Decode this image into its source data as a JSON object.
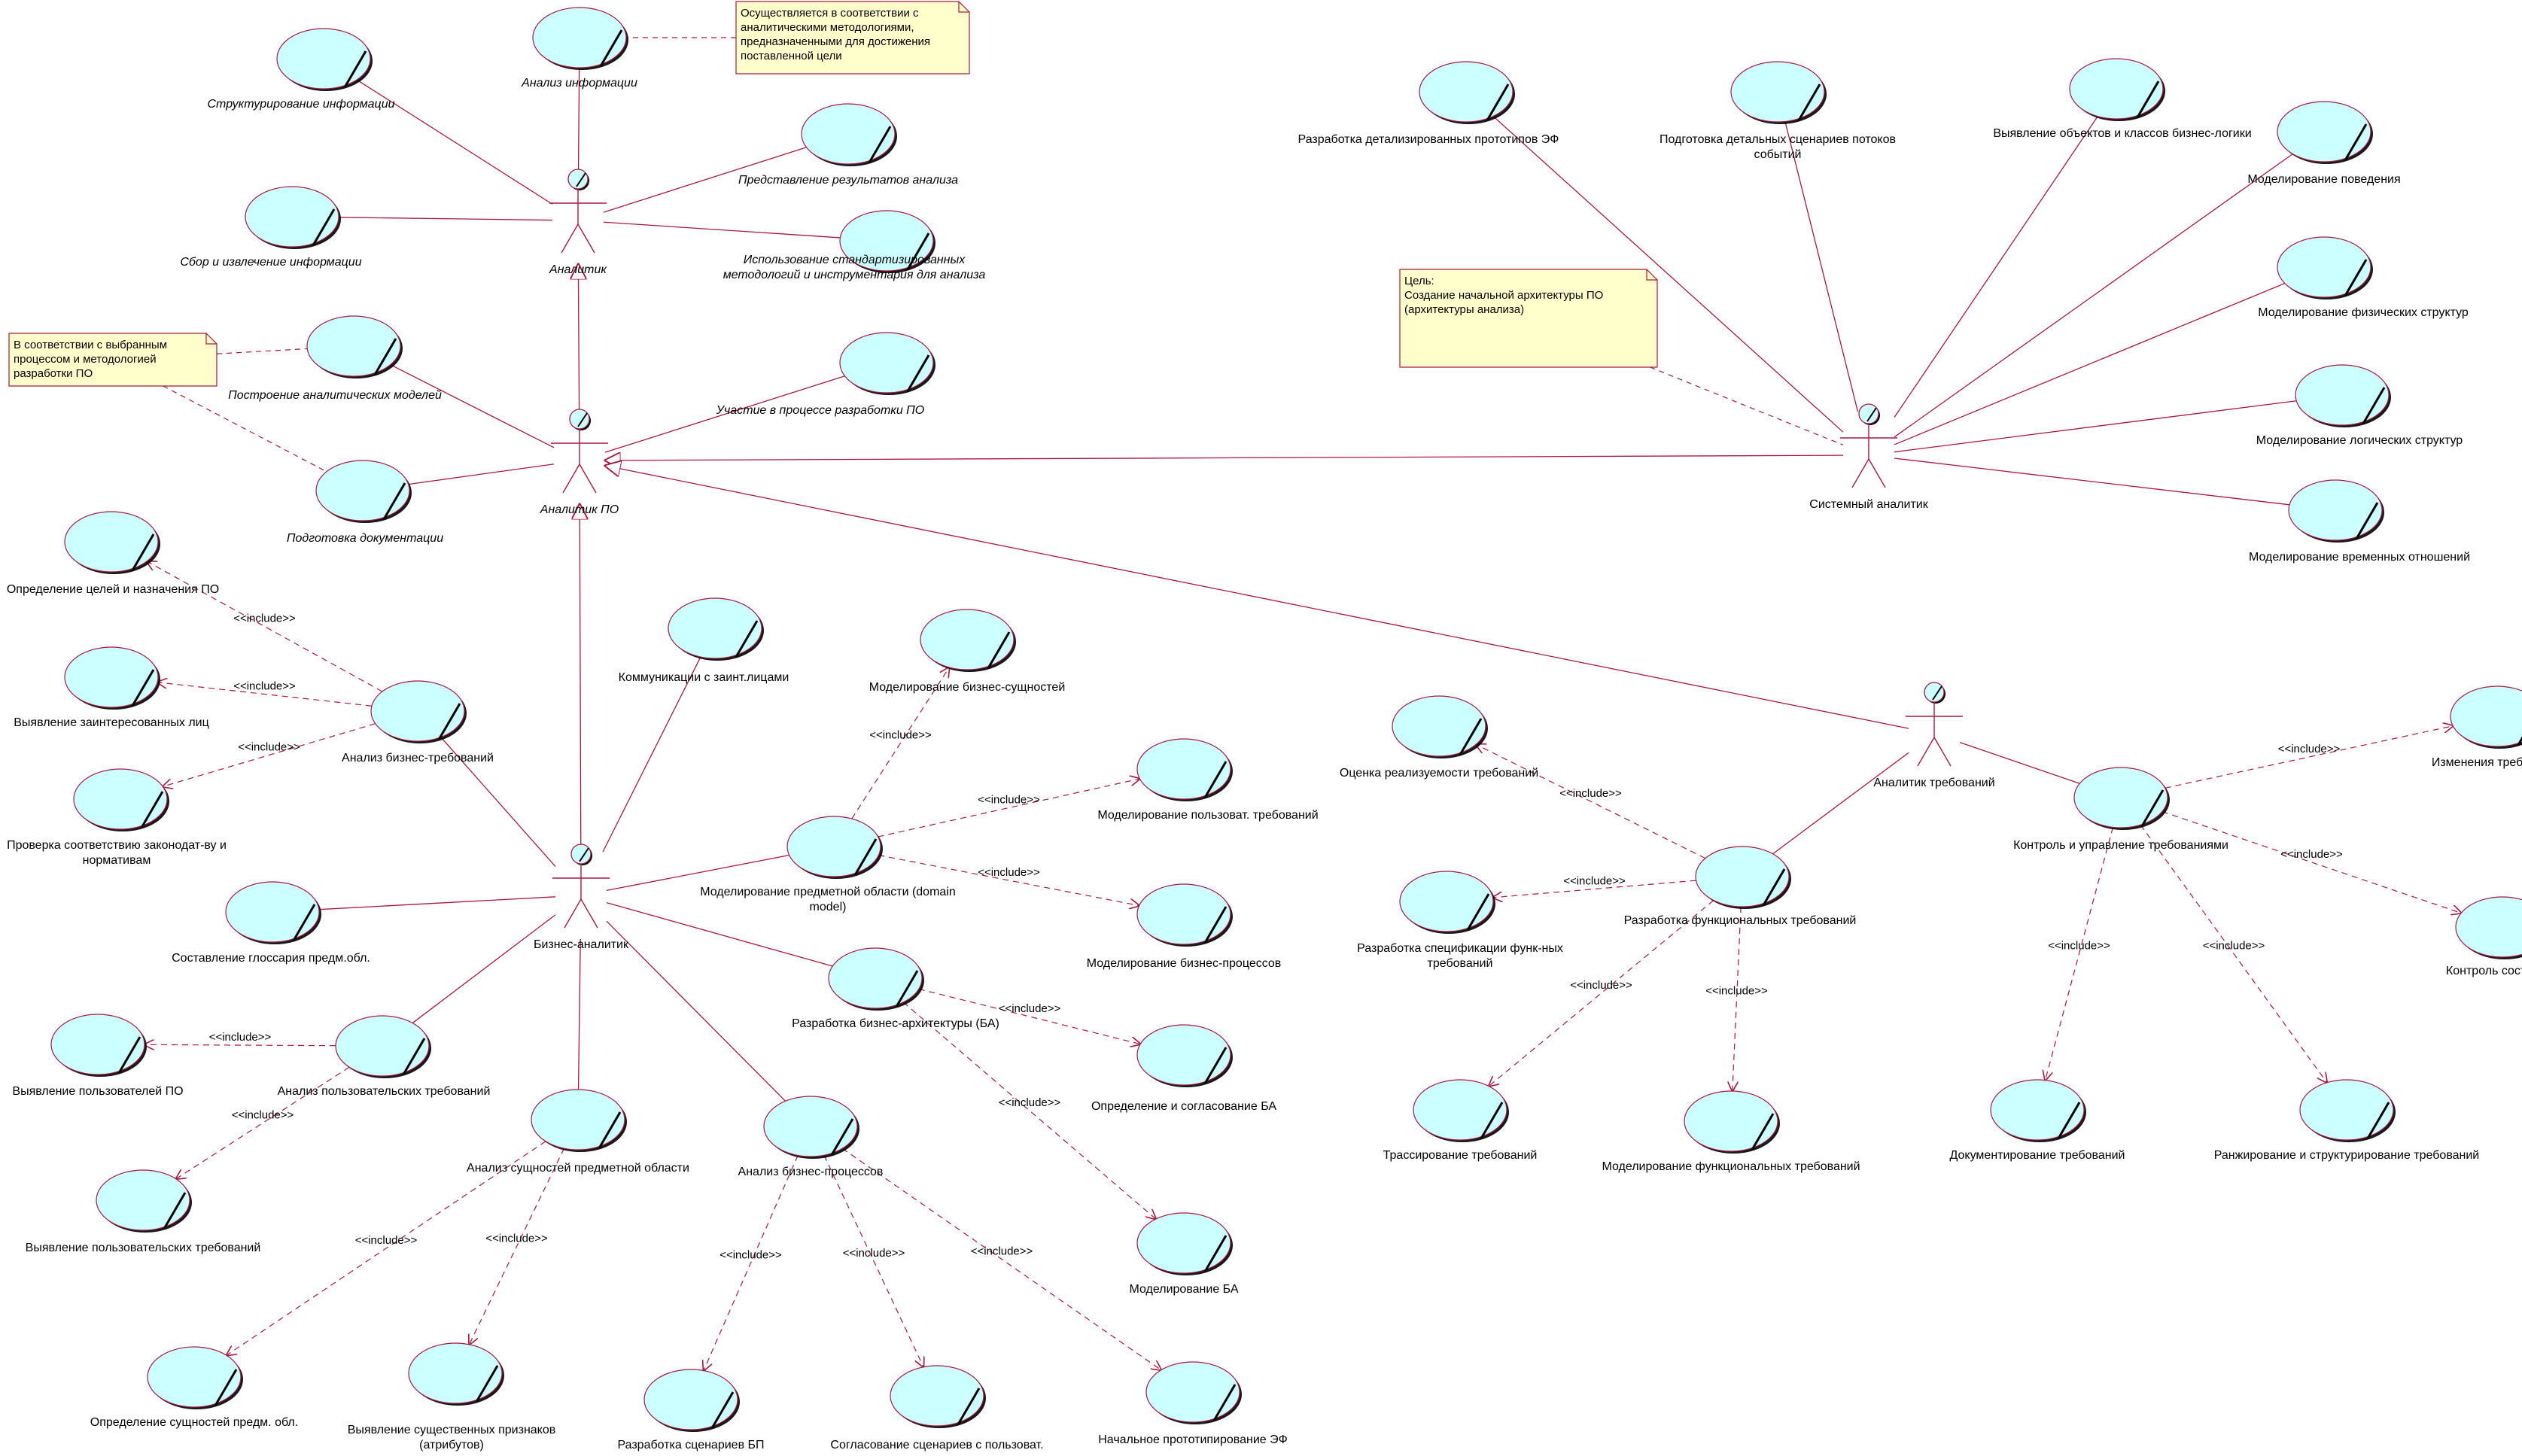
{
  "actors": [
    {
      "id": "analyst",
      "label": "Аналитик",
      "italic": true
    },
    {
      "id": "po",
      "label": "Аналитик ПО",
      "italic": true
    },
    {
      "id": "ba",
      "label": "Бизнес-аналитик",
      "italic": false
    },
    {
      "id": "sys",
      "label": "Системный аналитик",
      "italic": false
    },
    {
      "id": "req",
      "label": "Аналитик требований",
      "italic": false
    }
  ],
  "usecases": [
    {
      "id": "u1",
      "lines": [
        "Структурирование информации"
      ],
      "italic": true
    },
    {
      "id": "u2",
      "lines": [
        "Анализ информации"
      ],
      "italic": true
    },
    {
      "id": "u3",
      "lines": [
        "Представление результатов анализа"
      ],
      "italic": true
    },
    {
      "id": "u4",
      "lines": [
        "Сбор и извлечение информации"
      ],
      "italic": true
    },
    {
      "id": "u5",
      "lines": [
        "Использование стандартизированных",
        "методологий и инструментария для анализа"
      ],
      "italic": true
    },
    {
      "id": "u6",
      "lines": [
        "Построение аналитических моделей"
      ],
      "italic": true
    },
    {
      "id": "u7",
      "lines": [
        "Участие в процессе разработки ПО"
      ],
      "italic": true
    },
    {
      "id": "u8",
      "lines": [
        "Подготовка документации"
      ],
      "italic": true
    },
    {
      "id": "u9",
      "lines": [
        "Определение целей и назначения ПО"
      ],
      "italic": false
    },
    {
      "id": "u10",
      "lines": [
        "Выявление заинтересованных лиц"
      ],
      "italic": false
    },
    {
      "id": "u11",
      "lines": [
        "Анализ бизнес-требований"
      ],
      "italic": false
    },
    {
      "id": "u12",
      "lines": [
        "Проверка соответствию законодат-ву и",
        "нормативам"
      ],
      "italic": false
    },
    {
      "id": "u13",
      "lines": [
        "Коммуникации с заинт.лицами"
      ],
      "italic": false
    },
    {
      "id": "u14",
      "lines": [
        "Моделирование бизнес-сущностей"
      ],
      "italic": false
    },
    {
      "id": "u15",
      "lines": [
        "Моделирование пользоват. требований"
      ],
      "italic": false
    },
    {
      "id": "u16",
      "lines": [
        "Моделирование предметной области (domain",
        "model)"
      ],
      "italic": false
    },
    {
      "id": "u17",
      "lines": [
        "Моделирование бизнес-процессов"
      ],
      "italic": false
    },
    {
      "id": "u18",
      "lines": [
        "Составление глоссария предм.обл."
      ],
      "italic": false
    },
    {
      "id": "u19",
      "lines": [
        "Разработка бизнес-архитектуры (БА)"
      ],
      "italic": false
    },
    {
      "id": "u20",
      "lines": [
        "Определение и согласование БА"
      ],
      "italic": false
    },
    {
      "id": "u21",
      "lines": [
        "Выявление пользователей ПО"
      ],
      "italic": false
    },
    {
      "id": "u22",
      "lines": [
        "Анализ пользовательских требований"
      ],
      "italic": false
    },
    {
      "id": "u23",
      "lines": [
        "Анализ сущностей предметной области"
      ],
      "italic": false
    },
    {
      "id": "u24",
      "lines": [
        "Анализ бизнес-процессов"
      ],
      "italic": false
    },
    {
      "id": "u25",
      "lines": [
        "Выявление пользовательских требований"
      ],
      "italic": false
    },
    {
      "id": "u26",
      "lines": [
        "Моделирование БА"
      ],
      "italic": false
    },
    {
      "id": "u27",
      "lines": [
        "Определение сущностей предм. обл."
      ],
      "italic": false
    },
    {
      "id": "u28",
      "lines": [
        "Выявление существенных признаков",
        "(атрибутов)"
      ],
      "italic": false
    },
    {
      "id": "u29",
      "lines": [
        "Разработка сценариев БП"
      ],
      "italic": false
    },
    {
      "id": "u30",
      "lines": [
        "Согласование сценариев с пользоват."
      ],
      "italic": false
    },
    {
      "id": "u31",
      "lines": [
        "Начальное прототипирование ЭФ"
      ],
      "italic": false
    },
    {
      "id": "u32",
      "lines": [
        "Разработка детализированных прототипов ЭФ"
      ],
      "italic": false
    },
    {
      "id": "u33",
      "lines": [
        "Подготовка детальных сценариев потоков",
        "событий"
      ],
      "italic": false
    },
    {
      "id": "u34",
      "lines": [
        "Выявление объектов и классов бизнес-логики"
      ],
      "italic": false
    },
    {
      "id": "u35",
      "lines": [
        "Моделирование поведения"
      ],
      "italic": false
    },
    {
      "id": "u36",
      "lines": [
        "Моделирование физических структур"
      ],
      "italic": false
    },
    {
      "id": "u37",
      "lines": [
        "Моделирование логических структур"
      ],
      "italic": false
    },
    {
      "id": "u38",
      "lines": [
        "Моделирование временных отношений"
      ],
      "italic": false
    },
    {
      "id": "u39",
      "lines": [
        "Оценка реализуемости требований"
      ],
      "italic": false
    },
    {
      "id": "u40",
      "lines": [
        "Изменения требований"
      ],
      "italic": false
    },
    {
      "id": "u41",
      "lines": [
        "Контроль и управление требованиями"
      ],
      "italic": false
    },
    {
      "id": "u42",
      "lines": [
        "Разработка спецификации функ-ных",
        "требований"
      ],
      "italic": false
    },
    {
      "id": "u43",
      "lines": [
        "Разработка функциональных требований"
      ],
      "italic": false
    },
    {
      "id": "u44",
      "lines": [
        "Контроль состояния"
      ],
      "italic": false
    },
    {
      "id": "u45",
      "lines": [
        "Трассирование требований"
      ],
      "italic": false
    },
    {
      "id": "u46",
      "lines": [
        "Моделирование функциональных требований"
      ],
      "italic": false
    },
    {
      "id": "u47",
      "lines": [
        "Документирование требований"
      ],
      "italic": false
    },
    {
      "id": "u48",
      "lines": [
        "Ранжирование и структурирование требований"
      ],
      "italic": false
    }
  ],
  "notes": [
    {
      "id": "n1",
      "lines": [
        "Осуществляется в соответствии  с",
        "аналитическими методологиями,",
        "предназначенными для достижения",
        "поставленной цели"
      ]
    },
    {
      "id": "n2",
      "lines": [
        "В соответствии с выбранным",
        "процессом и методологией",
        "разработки ПО"
      ]
    },
    {
      "id": "n3",
      "lines": [
        "Цель:",
        "Создание начальной архитектуры  ПО",
        "(архитектуры анализа)"
      ]
    }
  ],
  "relations": {
    "include_label": "<<include>>",
    "associations": [
      [
        "analyst",
        "u1"
      ],
      [
        "analyst",
        "u2"
      ],
      [
        "analyst",
        "u3"
      ],
      [
        "analyst",
        "u4"
      ],
      [
        "analyst",
        "u5"
      ],
      [
        "po",
        "u6"
      ],
      [
        "po",
        "u7"
      ],
      [
        "po",
        "u8"
      ],
      [
        "ba",
        "u11"
      ],
      [
        "ba",
        "u13"
      ],
      [
        "ba",
        "u16"
      ],
      [
        "ba",
        "u18"
      ],
      [
        "ba",
        "u19"
      ],
      [
        "ba",
        "u22"
      ],
      [
        "ba",
        "u23"
      ],
      [
        "ba",
        "u24"
      ],
      [
        "sys",
        "u32"
      ],
      [
        "sys",
        "u33"
      ],
      [
        "sys",
        "u34"
      ],
      [
        "sys",
        "u35"
      ],
      [
        "sys",
        "u36"
      ],
      [
        "sys",
        "u37"
      ],
      [
        "sys",
        "u38"
      ],
      [
        "req",
        "u43"
      ],
      [
        "req",
        "u41"
      ]
    ],
    "generalizations": [
      [
        "po",
        "analyst"
      ],
      [
        "ba",
        "po"
      ],
      [
        "sys",
        "po"
      ],
      [
        "req",
        "po"
      ]
    ],
    "includes": [
      [
        "u11",
        "u9"
      ],
      [
        "u11",
        "u10"
      ],
      [
        "u11",
        "u12"
      ],
      [
        "u16",
        "u14"
      ],
      [
        "u16",
        "u15"
      ],
      [
        "u16",
        "u17"
      ],
      [
        "u19",
        "u20"
      ],
      [
        "u19",
        "u26"
      ],
      [
        "u22",
        "u21"
      ],
      [
        "u22",
        "u25"
      ],
      [
        "u23",
        "u27"
      ],
      [
        "u23",
        "u28"
      ],
      [
        "u24",
        "u29"
      ],
      [
        "u24",
        "u30"
      ],
      [
        "u24",
        "u31"
      ],
      [
        "u43",
        "u39"
      ],
      [
        "u43",
        "u42"
      ],
      [
        "u43",
        "u45"
      ],
      [
        "u43",
        "u46"
      ],
      [
        "u41",
        "u40"
      ],
      [
        "u41",
        "u44"
      ],
      [
        "u41",
        "u47"
      ],
      [
        "u41",
        "u48"
      ]
    ],
    "note_links": [
      [
        "n1",
        "u2"
      ],
      [
        "n2",
        "u6"
      ],
      [
        "n2",
        "u8"
      ],
      [
        "n3",
        "sys"
      ]
    ]
  },
  "colors": {
    "usecase_fill": "#ccffff",
    "line": "#a8193e",
    "note_fill": "#ffffcc",
    "note_border": "#a8193e"
  }
}
